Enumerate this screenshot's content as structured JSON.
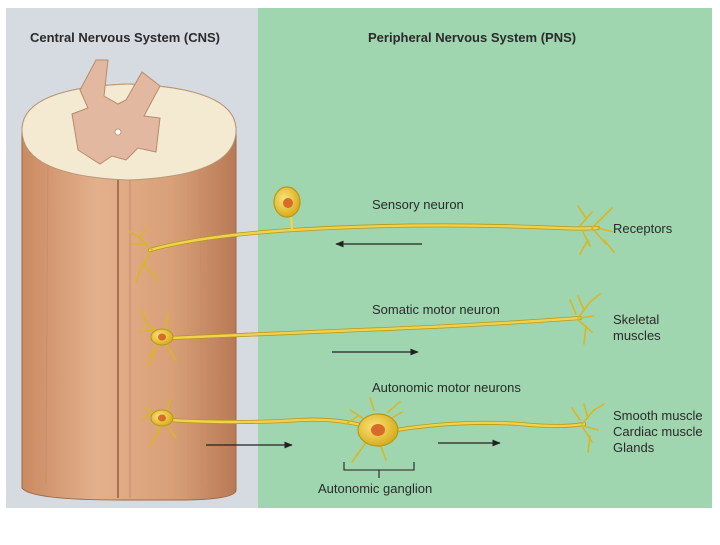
{
  "regions": {
    "cns": {
      "title": "Central Nervous System (CNS)",
      "color": "#d5dbe0"
    },
    "pns": {
      "title": "Peripheral Nervous System (PNS)",
      "color": "#9fd6b0"
    }
  },
  "neurons": {
    "sensory": {
      "label": "Sensory neuron",
      "target": "Receptors"
    },
    "somatic": {
      "label": "Somatic motor neuron",
      "target_line1": "Skeletal",
      "target_line2": "muscles"
    },
    "autonomic": {
      "label": "Autonomic motor neurons",
      "target_line1": "Smooth muscle",
      "target_line2": "Cardiac muscle",
      "target_line3": "Glands",
      "ganglion_label": "Autonomic ganglion"
    }
  },
  "colors": {
    "neuron": "#e8c83a",
    "neuron_outline": "#b89818",
    "soma": "#f2cf3c",
    "nucleus": "#d86a2a",
    "cord_flesh": "#d9a078",
    "cord_cap": "#f4ead2",
    "grey_matter": "#e2b9a0"
  }
}
